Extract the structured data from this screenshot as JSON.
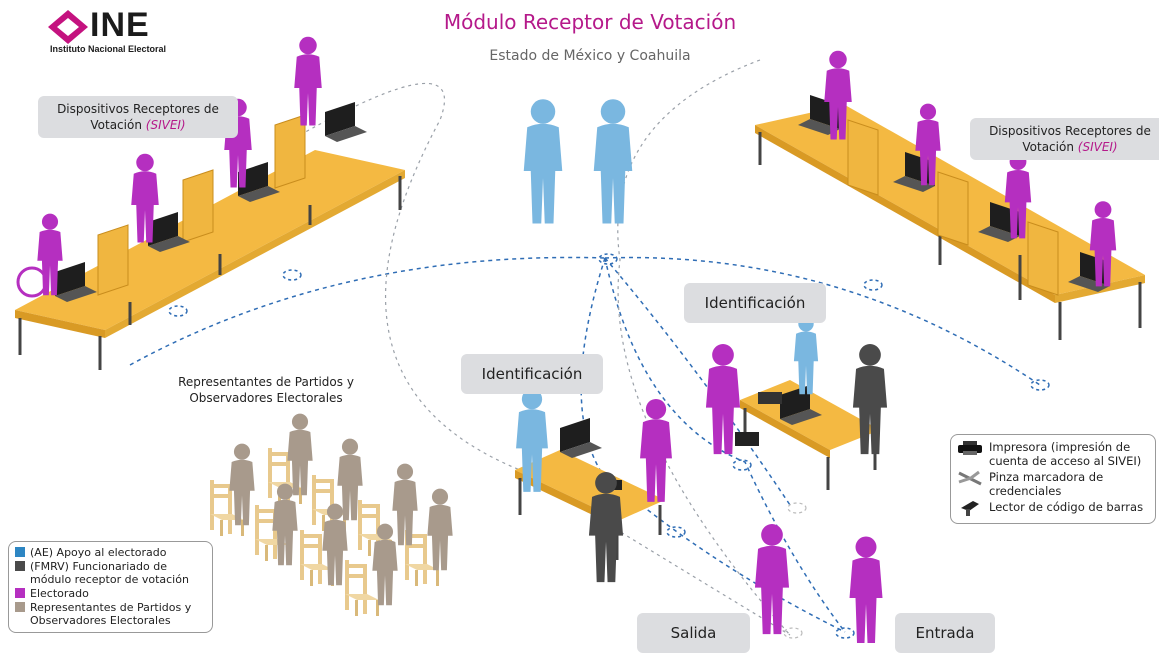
{
  "logo": {
    "acronym": "INE",
    "subtitle": "Instituto Nacional Electoral"
  },
  "header": {
    "title": "Módulo Receptor de Votación",
    "subtitle": "Estado de México y Coahuila"
  },
  "labels": {
    "devices_left": {
      "line1": "Dispositivos Receptores de",
      "line2": "Votación",
      "tag": "(SIVEI)"
    },
    "devices_right": {
      "line1": "Dispositivos Receptores de",
      "line2": "Votación",
      "tag": "(SIVEI)"
    },
    "representatives": {
      "line1": "Representantes de Partidos y",
      "line2": "Observadores Electorales"
    },
    "identification_center": "Identificación",
    "identification_right": "Identificación",
    "exit": "Salida",
    "entrance": "Entrada"
  },
  "legend": [
    {
      "label": "(AE) Apoyo al electorado",
      "color": "#2d86c3"
    },
    {
      "label": "(FMRV) Funcionariado de módulo receptor de votación",
      "color": "#4a4a4a"
    },
    {
      "label": "Electorado",
      "color": "#b52fc0"
    },
    {
      "label": "Representantes de Partidos y Observadores Electorales",
      "color": "#a89a8c"
    }
  ],
  "tools": [
    {
      "label": "Impresora (impresión de cuenta de acceso al SIVEI)",
      "icon": "printer-icon"
    },
    {
      "label": "Pinza marcadora de credenciales",
      "icon": "pliers-icon"
    },
    {
      "label": "Lector de código de barras",
      "icon": "barcode-reader-icon"
    }
  ],
  "colors": {
    "accent": "#b5198a",
    "table": "#f4b942",
    "support": "#7ab7e0",
    "official": "#4a4a4a",
    "voter": "#c23dcc",
    "observer": "#a89a8c",
    "path": "#2f6db5"
  }
}
